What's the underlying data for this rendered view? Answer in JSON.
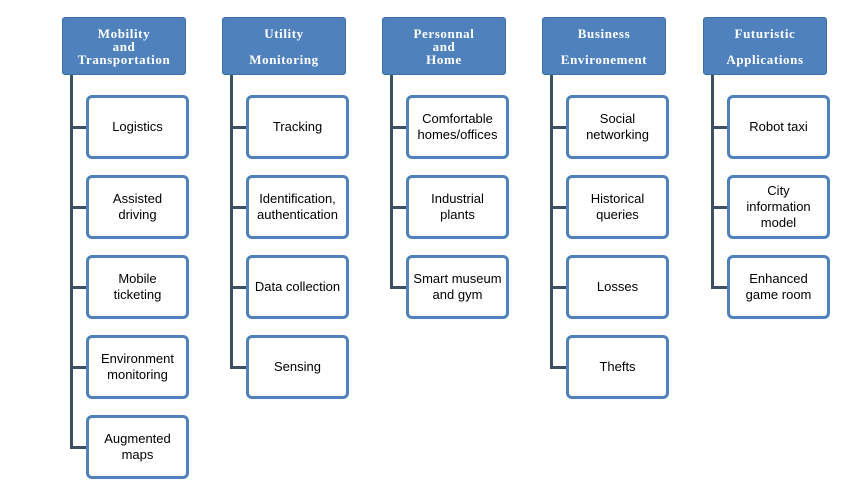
{
  "columns": [
    {
      "title": "Mobility\nand\nTransportation",
      "items": [
        "Logistics",
        "Assisted\ndriving",
        "Mobile\nticketing",
        "Environment\nmonitoring",
        "Augmented\nmaps"
      ]
    },
    {
      "title": "Utility\n\nMonitoring",
      "items": [
        "Tracking",
        "Identification,\nauthentication",
        "Data collection",
        "Sensing"
      ]
    },
    {
      "title": "Personnal\nand\nHome",
      "items": [
        "Comfortable\nhomes/offices",
        "Industrial\nplants",
        "Smart museum\nand gym"
      ]
    },
    {
      "title": "Business\n\nEnvironement",
      "items": [
        "Social\nnetworking",
        "Historical\nqueries",
        "Losses",
        "Thefts"
      ]
    },
    {
      "title": "Futuristic\n\nApplications",
      "items": [
        "Robot taxi",
        "City\ninformation\nmodel",
        "Enhanced\ngame room"
      ]
    }
  ]
}
